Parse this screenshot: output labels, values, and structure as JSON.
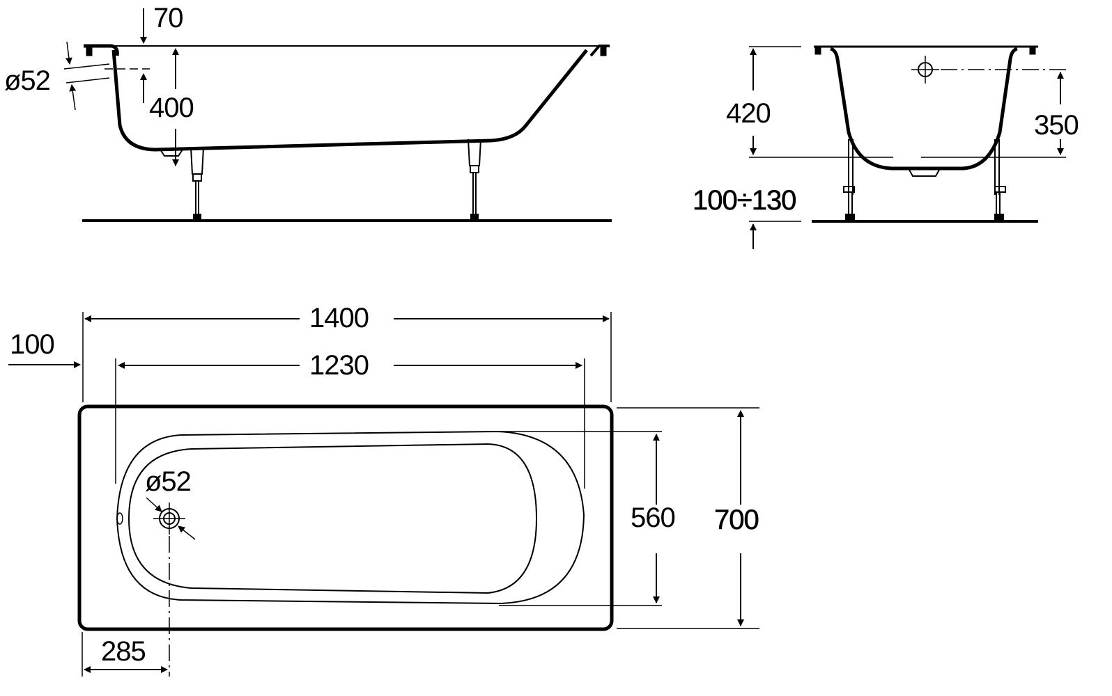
{
  "drawing": {
    "subject": "Bathtub technical dimension drawing",
    "units": "mm",
    "colors": {
      "line": "#000000",
      "background": "#ffffff"
    },
    "side_view": {
      "overflow_offset": "70",
      "overflow_diameter": "ø52",
      "depth_to_overflow": "400"
    },
    "end_view": {
      "total_height": "420",
      "overflow_height": "350",
      "leg_height_range": "100÷130"
    },
    "top_view": {
      "overall_length": "1400",
      "inner_length": "1230",
      "rim_offset": "100",
      "drain_diameter": "ø52",
      "inner_width": "560",
      "overall_width": "700",
      "drain_offset": "285"
    }
  }
}
